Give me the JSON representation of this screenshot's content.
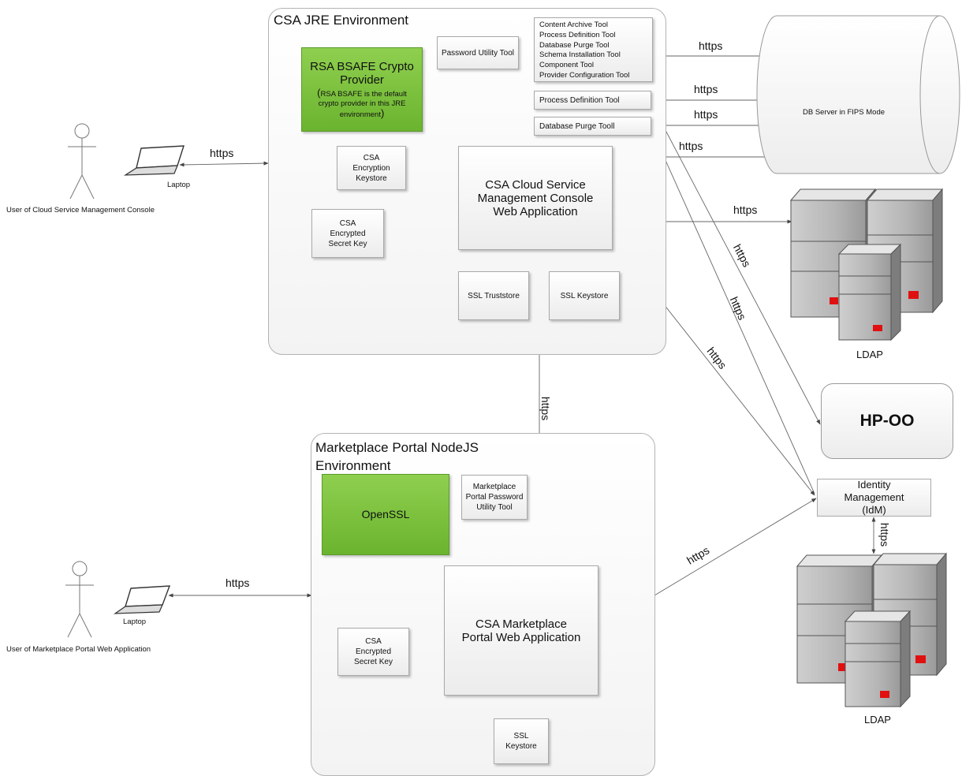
{
  "csa_env": {
    "title": "CSA JRE Environment",
    "rsa": {
      "title": "RSA BSAFE Crypto Provider",
      "note_open": "(",
      "note": "RSA BSAFE is the default crypto provider in this JRE environment",
      "note_close": ")"
    },
    "password_utility": "Password Utility Tool",
    "tools_list": [
      "Content Archive Tool",
      "Process Definition Tool",
      "Database Purge Tool",
      "Schema Installation Tool",
      "Component Tool",
      "Provider Configuration Tool"
    ],
    "process_definition_tool": "Process Definition Tool",
    "database_purge_tool": "Database Purge Tooll",
    "encryption_keystore": "CSA Encryption Keystore",
    "encrypted_secret_key": "CSA Encrypted Secret Key",
    "console_app": "CSA Cloud Service Management Console Web Application",
    "ssl_truststore": "SSL Truststore",
    "ssl_keystore": "SSL Keystore"
  },
  "mp_env": {
    "title": "Marketplace Portal NodeJS Environment",
    "openssl": "OpenSSL",
    "password_utility": "Marketplace Portal Password Utility Tool",
    "encrypted_secret_key": "CSA Encrypted Secret Key",
    "portal_app": "CSA Marketplace Portal Web Application",
    "ssl_keystore": "SSL Keystore"
  },
  "users": {
    "console_user": "User of Cloud Service Management Console",
    "console_laptop": "Laptop",
    "portal_user": "User of Marketplace Portal Web Application",
    "portal_laptop": "Laptop"
  },
  "external": {
    "db_server": "DB Server in FIPS Mode",
    "ldap_top": "LDAP",
    "ldap_bottom": "LDAP",
    "hpoo": "HP-OO",
    "idm": "Identity Management (IdM)"
  },
  "links": {
    "laptop1": "https",
    "laptop2": "https",
    "tools_db": "https",
    "pdt_db": "https",
    "dpt_db": "https",
    "console_db": "https",
    "console_ldap": "https",
    "pdt_hpoo": "https",
    "dpt_idm": "https",
    "console_idm": "https",
    "console_portal": "https",
    "portal_idm": "https",
    "idm_ldap": "https"
  }
}
